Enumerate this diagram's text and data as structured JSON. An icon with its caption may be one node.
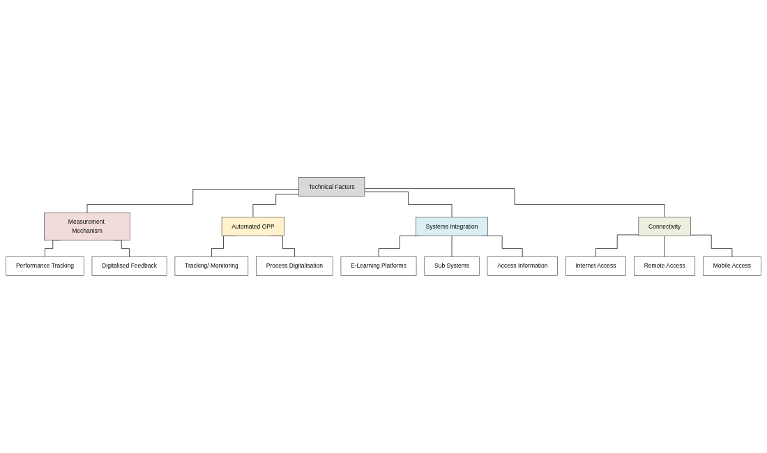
{
  "diagram": {
    "nodes": [
      {
        "text": [
          "Technical Factors"
        ]
      },
      {
        "text": [
          "Measurement Mechanism"
        ]
      },
      {
        "text": [
          "Automated OPP"
        ]
      },
      {
        "text": [
          "Systems Integration"
        ]
      },
      {
        "text": [
          "Connectivity"
        ]
      },
      {
        "text": [
          "Performance Tracking"
        ]
      },
      {
        "text": [
          "Digitalised Feedback"
        ]
      },
      {
        "text": [
          "Tracking/ Monitoring"
        ]
      },
      {
        "text": [
          "Process Digitalisation"
        ]
      },
      {
        "text": [
          "E-Learning Platforms"
        ]
      },
      {
        "text": [
          "Sub Systems"
        ]
      },
      {
        "text": [
          "Access Information"
        ]
      },
      {
        "text": [
          "Internet Access"
        ]
      },
      {
        "text": [
          "Remote Access"
        ]
      },
      {
        "text": [
          "Mobile Access"
        ]
      }
    ],
    "edges": [
      {
        "from": 0,
        "to": 1,
        "arrow": "none"
      },
      {
        "from": 0,
        "to": 2,
        "arrow": "none"
      },
      {
        "from": 0,
        "to": 3,
        "arrow": "none"
      },
      {
        "from": 0,
        "to": 4,
        "arrow": "none"
      },
      {
        "from": 1,
        "to": 5,
        "arrow": "none"
      },
      {
        "from": 1,
        "to": 6,
        "arrow": "none"
      },
      {
        "from": 2,
        "to": 7,
        "arrow": "none"
      },
      {
        "from": 2,
        "to": 8,
        "arrow": "none"
      },
      {
        "from": 3,
        "to": 9,
        "arrow": "none"
      },
      {
        "from": 3,
        "to": 10,
        "arrow": "none"
      },
      {
        "from": 3,
        "to": 11,
        "arrow": "none"
      },
      {
        "from": 4,
        "to": 12,
        "arrow": "none"
      },
      {
        "from": 4,
        "to": 13,
        "arrow": "none"
      },
      {
        "from": 4,
        "to": 14,
        "arrow": "none"
      }
    ]
  }
}
